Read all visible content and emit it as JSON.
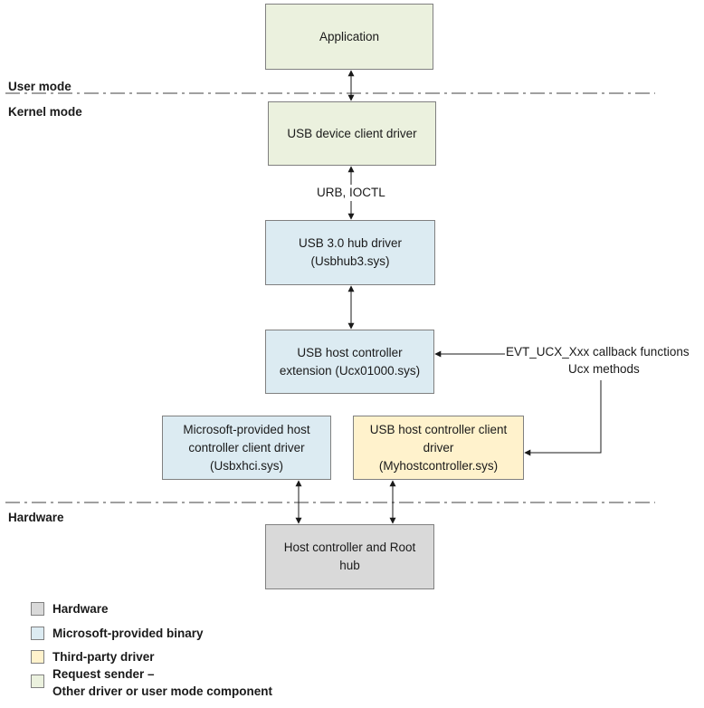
{
  "zones": {
    "user_mode": "User mode",
    "kernel_mode": "Kernel mode",
    "hardware": "Hardware"
  },
  "nodes": {
    "application": "Application",
    "client_driver": "USB device client driver",
    "hub_driver": [
      "USB 3.0 hub driver",
      "(Usbhub3.sys)"
    ],
    "ucx": [
      "USB host controller",
      "extension (Ucx01000.sys)"
    ],
    "ms_client": [
      "Microsoft-provided host",
      "controller client driver",
      "(Usbxhci.sys)"
    ],
    "third_party_client": [
      "USB host controller client",
      "driver",
      "(Myhostcontroller.sys)"
    ],
    "host_controller": [
      "Host controller and Root",
      "hub"
    ]
  },
  "edge_labels": {
    "urb_ioctl": "URB, IOCTL",
    "callbacks": "EVT_UCX_Xxx callback functions",
    "ucx_methods": "Ucx methods"
  },
  "legend": [
    {
      "label": "Hardware",
      "color": "#d9d9d9"
    },
    {
      "label": "Microsoft-provided binary",
      "color": "#dcebf2"
    },
    {
      "label": "Third-party driver",
      "color": "#fff2cc"
    },
    {
      "label": "Request sender –",
      "label2": "Other driver or user mode component",
      "color": "#ebf1de"
    }
  ],
  "colors": {
    "request_sender": "#ebf1de",
    "microsoft_binary": "#dcebf2",
    "third_party": "#fff2cc",
    "hardware": "#d9d9d9",
    "border": "#808080",
    "line": "#1a1a1a"
  }
}
